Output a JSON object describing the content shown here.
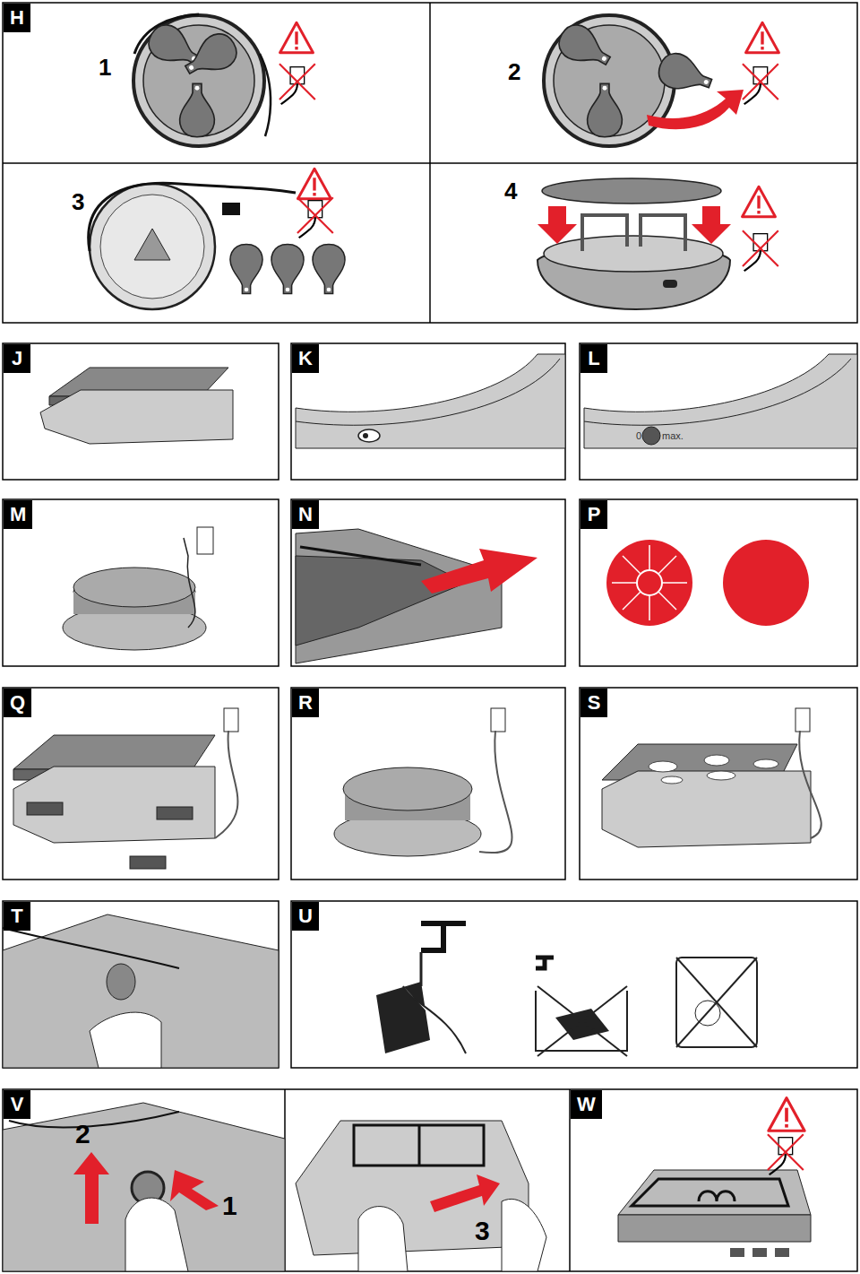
{
  "diagram": {
    "labels": [
      "H",
      "1",
      "2",
      "3",
      "4",
      "J",
      "K",
      "L",
      "0",
      "max.",
      "M",
      "N",
      "P",
      "Q",
      "R",
      "S",
      "T",
      "U",
      "V",
      "2",
      "1",
      "3",
      "W"
    ]
  }
}
